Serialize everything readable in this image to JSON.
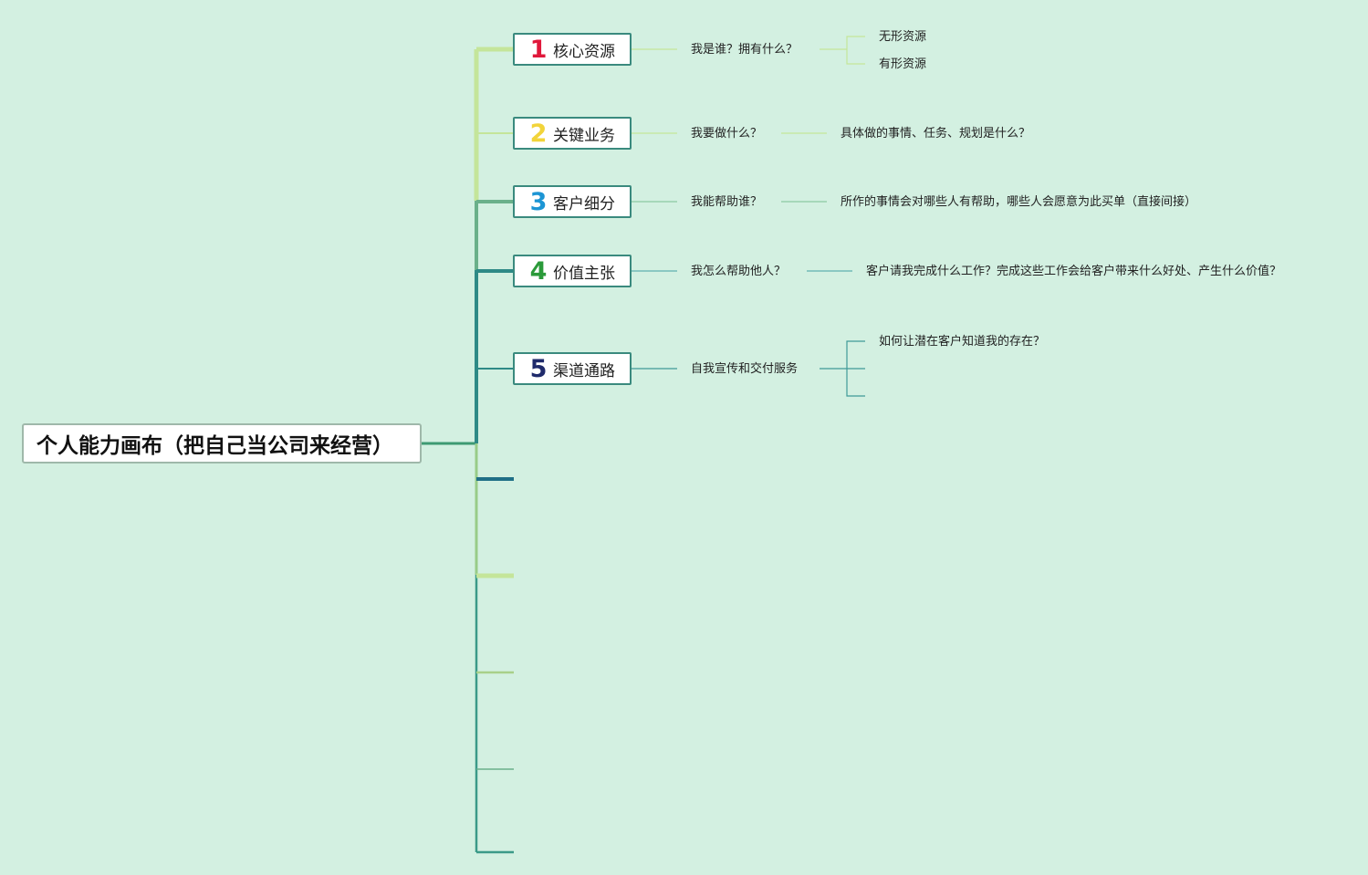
{
  "root": {
    "title": "个人能力画布（把自己当公司来经营）"
  },
  "branches": [
    {
      "num": "1",
      "num_color": "#e0183b",
      "label": "核心资源",
      "question": "我是谁？拥有什么？",
      "answers": [
        "无形资源",
        "有形资源"
      ]
    },
    {
      "num": "2",
      "num_color": "#f2d43a",
      "label": "关键业务",
      "question": "我要做什么？",
      "answers": [
        "具体做的事情、任务、规划是什么？"
      ]
    },
    {
      "num": "3",
      "num_color": "#1d95d4",
      "label": "客户细分",
      "question": "我能帮助谁？",
      "answers": [
        "所作的事情会对哪些人有帮助，哪些人会愿意为此买单（直接间接）"
      ]
    },
    {
      "num": "4",
      "num_color": "#2b9a3a",
      "label": "价值主张",
      "question": "我怎么帮助他人？",
      "answers": [
        "客户请我完成什么工作？完成这些工作会给客户带来什么好处、产生什么价值？"
      ]
    },
    {
      "num": "5",
      "num_color": "#1f2a6b",
      "label": "渠道通路",
      "question": "自我宣传和交付服务",
      "answers": [
        "如何让潜在客户知道我的存在？"
      ]
    }
  ],
  "colors": {
    "background": "#d3f0e1",
    "root_border": "#9fb8aa",
    "branch_border": "#3a8a7e"
  }
}
